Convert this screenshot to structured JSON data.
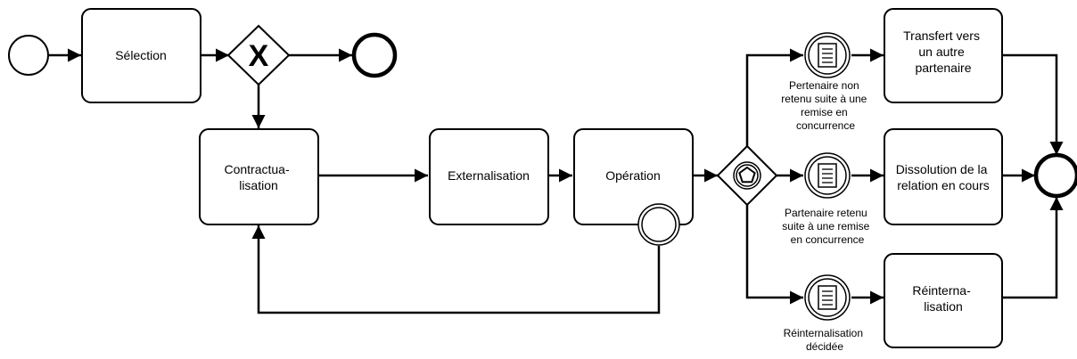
{
  "tasks": {
    "selection": "Sélection",
    "contractualisation": [
      "Contractua-",
      "lisation"
    ],
    "externalisation": "Externalisation",
    "operation": "Opération",
    "transfert": [
      "Transfert vers",
      "un autre",
      "partenaire"
    ],
    "dissolution": [
      "Dissolution de la",
      "relation en cours"
    ],
    "reinternalisation": [
      "Réinterna-",
      "lisation"
    ]
  },
  "events": {
    "non_retenu": [
      "Pertenaire non",
      "retenu suite à une",
      "remise en",
      "concurrence"
    ],
    "retenu": [
      "Partenaire retenu",
      "suite à une remise",
      "en concurrence"
    ],
    "reinternalisation_decidee": [
      "Réinternalisation",
      "décidée"
    ]
  },
  "gateways": {
    "exclusive_symbol": "X"
  },
  "colors": {
    "stroke": "#000000",
    "fill": "#ffffff"
  }
}
